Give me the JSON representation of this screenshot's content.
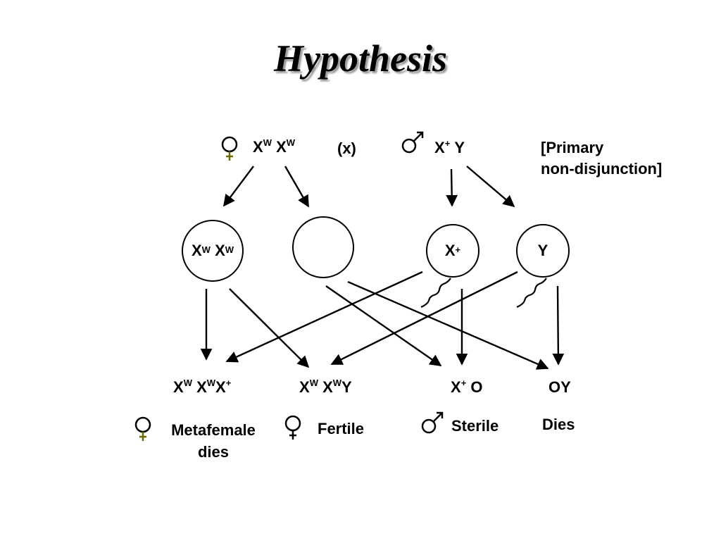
{
  "title": "Hypothesis",
  "parents": {
    "female": {
      "a": "X",
      "a_sup": "W",
      "b": "X",
      "b_sup": "W"
    },
    "cross": "(x)",
    "male": {
      "a": "X",
      "a_sup": "+",
      "b": "Y"
    },
    "note_line1": "[Primary",
    "note_line2": "non-disjunction]"
  },
  "gametes": {
    "g1": {
      "a": "X",
      "a_sup": "W",
      "b": "X",
      "b_sup": "W"
    },
    "g2": "",
    "g3": {
      "a": "X",
      "a_sup": "+"
    },
    "g4": "Y"
  },
  "offspring": [
    {
      "genotype_parts": [
        "X",
        "W",
        " X",
        "W",
        "X",
        "+"
      ],
      "label": "Metafemale",
      "label2": "dies",
      "sex": "female"
    },
    {
      "genotype_parts": [
        "X",
        "W",
        " X",
        "W",
        "Y"
      ],
      "label": "Fertile",
      "sex": "female"
    },
    {
      "genotype_parts": [
        "X",
        "+",
        " O"
      ],
      "label": "Sterile",
      "sex": "male"
    },
    {
      "genotype": "OY",
      "label": "Dies",
      "sex": ""
    }
  ],
  "colors": {
    "female_symbol_cross": "#6b6b00",
    "ink": "#000000"
  },
  "icons": [
    "female-symbol-icon",
    "male-symbol-icon",
    "sperm-icon"
  ]
}
